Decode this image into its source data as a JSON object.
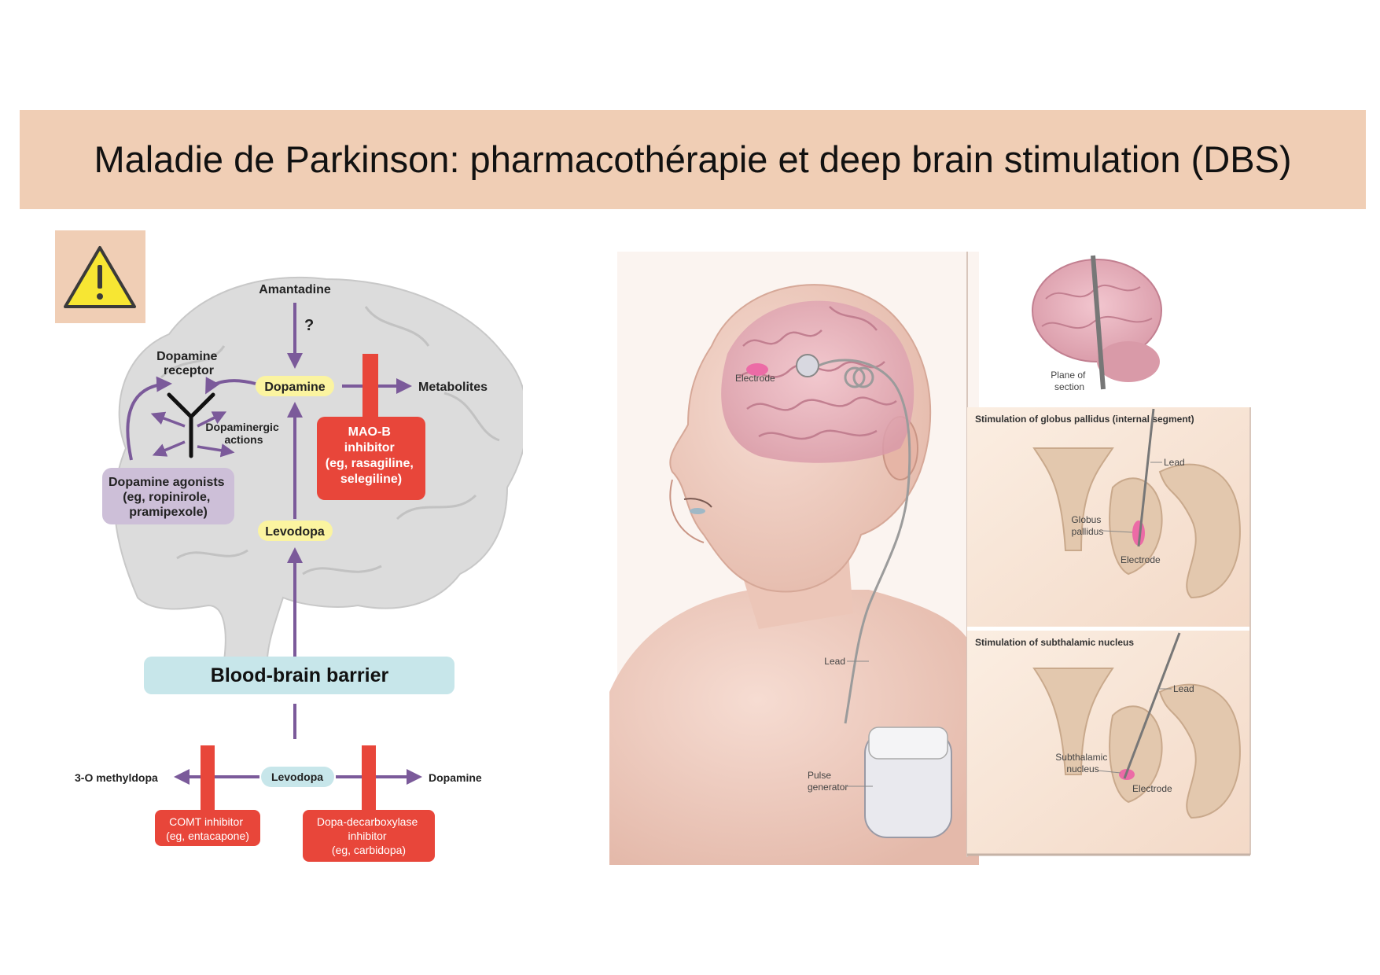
{
  "slide": {
    "title": "Maladie de Parkinson: pharmacothérapie et deep brain stimulation (DBS)",
    "warning_icon": "warning-triangle-icon",
    "colors": {
      "title_bg": "#f0ceb5",
      "warning_yellow": "#f7e633"
    }
  },
  "pharmacology": {
    "amantadine": "Amantadine",
    "question": "?",
    "dopamine_receptor": [
      "Dopamine",
      "receptor"
    ],
    "dopamine": "Dopamine",
    "metabolites": "Metabolites",
    "dopaminergic_actions": [
      "Dopaminergic",
      "actions"
    ],
    "maob_inhibitor": [
      "MAO-B",
      "inhibitor",
      "(eg, rasagiline,",
      "selegiline)"
    ],
    "dopamine_agonists": [
      "Dopamine agonists",
      "(eg, ropinirole,",
      "pramipexole)"
    ],
    "levodopa_brain": "Levodopa",
    "bbb": "Blood-brain barrier",
    "methyldopa": "3-O methyldopa",
    "levodopa_periphery": "Levodopa",
    "dopamine_periphery": "Dopamine",
    "comt_inhibitor": [
      "COMT inhibitor",
      "(eg, entacapone)"
    ],
    "ddc_inhibitor": [
      "Dopa-decarboxylase",
      "inhibitor",
      "(eg, carbidopa)"
    ]
  },
  "dbs": {
    "electrode": "Electrode",
    "lead": "Lead",
    "pulse_generator": [
      "Pulse",
      "generator"
    ],
    "plane_of_section": [
      "Plane of",
      "section"
    ],
    "gp_title": "Stimulation of globus pallidus (internal segment)",
    "gp_lead": "Lead",
    "gp_label": [
      "Globus",
      "pallidus"
    ],
    "gp_electrode": "Electrode",
    "stn_title": "Stimulation of subthalamic nucleus",
    "stn_lead": "Lead",
    "stn_label": [
      "Subthalamic",
      "nucleus"
    ],
    "stn_electrode": "Electrode"
  }
}
